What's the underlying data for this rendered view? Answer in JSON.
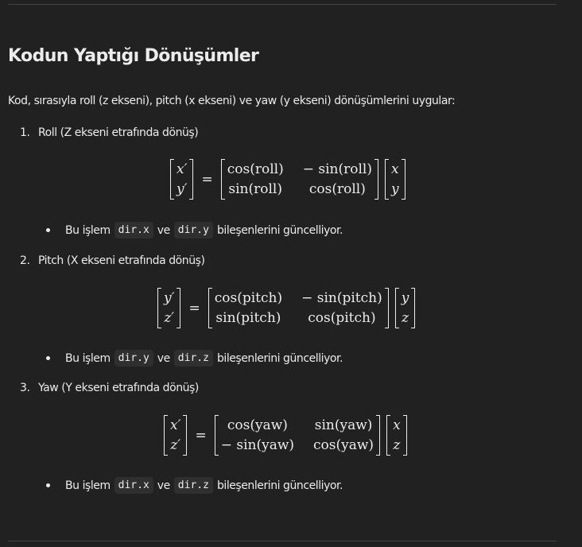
{
  "heading": "Kodun Yaptığı Dönüşümler",
  "intro": "Kod, sırasıyla roll (z ekseni), pitch (x ekseni) ve yaw (y ekseni) dönüşümlerini uygular:",
  "items": [
    {
      "num": "1.",
      "title": "Roll (Z ekseni etrafında dönüş)",
      "lhs": [
        "x′",
        "y′"
      ],
      "m11": "cos(roll)",
      "m12": "− sin(roll)",
      "m21": "sin(roll)",
      "m22": "cos(roll)",
      "rhs": [
        "x",
        "y"
      ],
      "bullet_pre": "Bu işlem",
      "code1": "dir.x",
      "bullet_mid": "ve",
      "code2": "dir.y",
      "bullet_post": "bileşenlerini güncelliyor."
    },
    {
      "num": "2.",
      "title": "Pitch (X ekseni etrafında dönüş)",
      "lhs": [
        "y′",
        "z′"
      ],
      "m11": "cos(pitch)",
      "m12": "− sin(pitch)",
      "m21": "sin(pitch)",
      "m22": "cos(pitch)",
      "rhs": [
        "y",
        "z"
      ],
      "bullet_pre": "Bu işlem",
      "code1": "dir.y",
      "bullet_mid": "ve",
      "code2": "dir.z",
      "bullet_post": "bileşenlerini güncelliyor."
    },
    {
      "num": "3.",
      "title": "Yaw (Y ekseni etrafında dönüş)",
      "lhs": [
        "x′",
        "z′"
      ],
      "m11": "cos(yaw)",
      "m12": "sin(yaw)",
      "m21": "− sin(yaw)",
      "m22": "cos(yaw)",
      "rhs": [
        "x",
        "z"
      ],
      "bullet_pre": "Bu işlem",
      "code1": "dir.x",
      "bullet_mid": "ve",
      "code2": "dir.z",
      "bullet_post": "bileşenlerini güncelliyor."
    }
  ]
}
